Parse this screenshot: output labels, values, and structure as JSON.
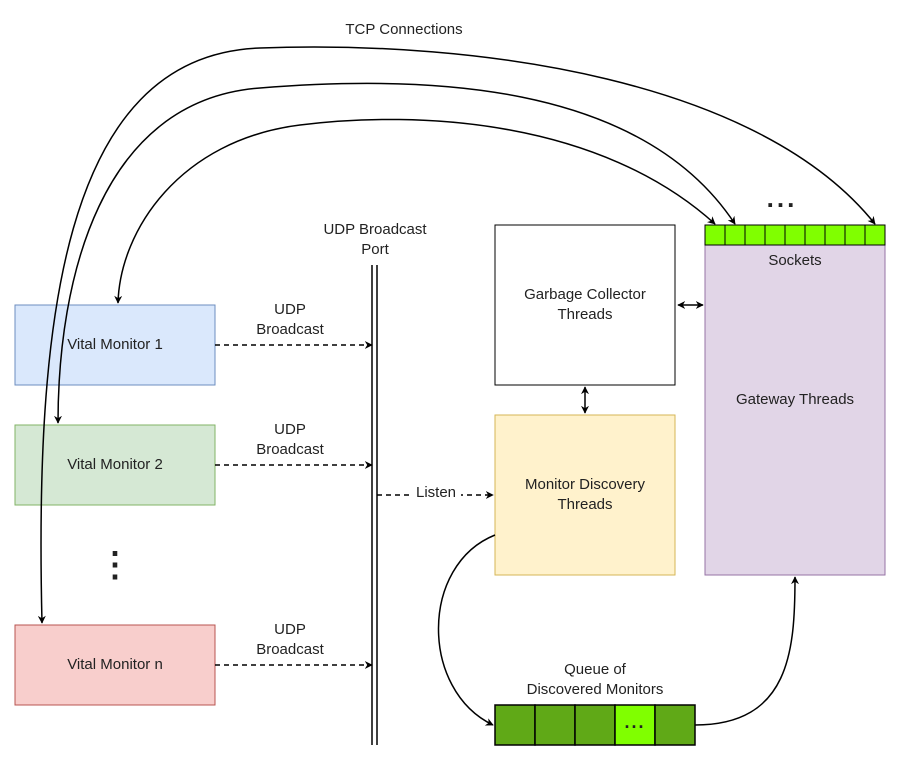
{
  "title": "TCP Connections",
  "udp_port_label": "UDP Broadcast\nPort",
  "monitors": [
    {
      "label": "Vital Monitor 1",
      "fill": "#dae8fc",
      "stroke": "#6c8ebf"
    },
    {
      "label": "Vital Monitor 2",
      "fill": "#d5e8d4",
      "stroke": "#82b366"
    },
    {
      "label": "Vital Monitor n",
      "fill": "#f8cecc",
      "stroke": "#b85450"
    }
  ],
  "ellipsis_vertical": "⋮",
  "udp_broadcast_label": "UDP\nBroadcast",
  "garbage_collector": {
    "label": "Garbage Collector\nThreads",
    "fill": "#ffffff",
    "stroke": "#000000"
  },
  "monitor_discovery": {
    "label": "Monitor Discovery\nThreads",
    "fill": "#fff2cc",
    "stroke": "#d6b656"
  },
  "gateway": {
    "label": "Gateway Threads",
    "fill": "#e1d5e7",
    "stroke": "#9673a6"
  },
  "sockets": {
    "label": "Sockets",
    "ellipsis": "...",
    "cell_count": 9,
    "fill": "#80ff00",
    "stroke": "#000000"
  },
  "listen_label": "Listen",
  "queue": {
    "label": "Queue of\nDiscovered Monitors",
    "ellipsis": "...",
    "dark_fill": "#60a917",
    "light_fill": "#80ff00",
    "stroke": "#000000"
  }
}
